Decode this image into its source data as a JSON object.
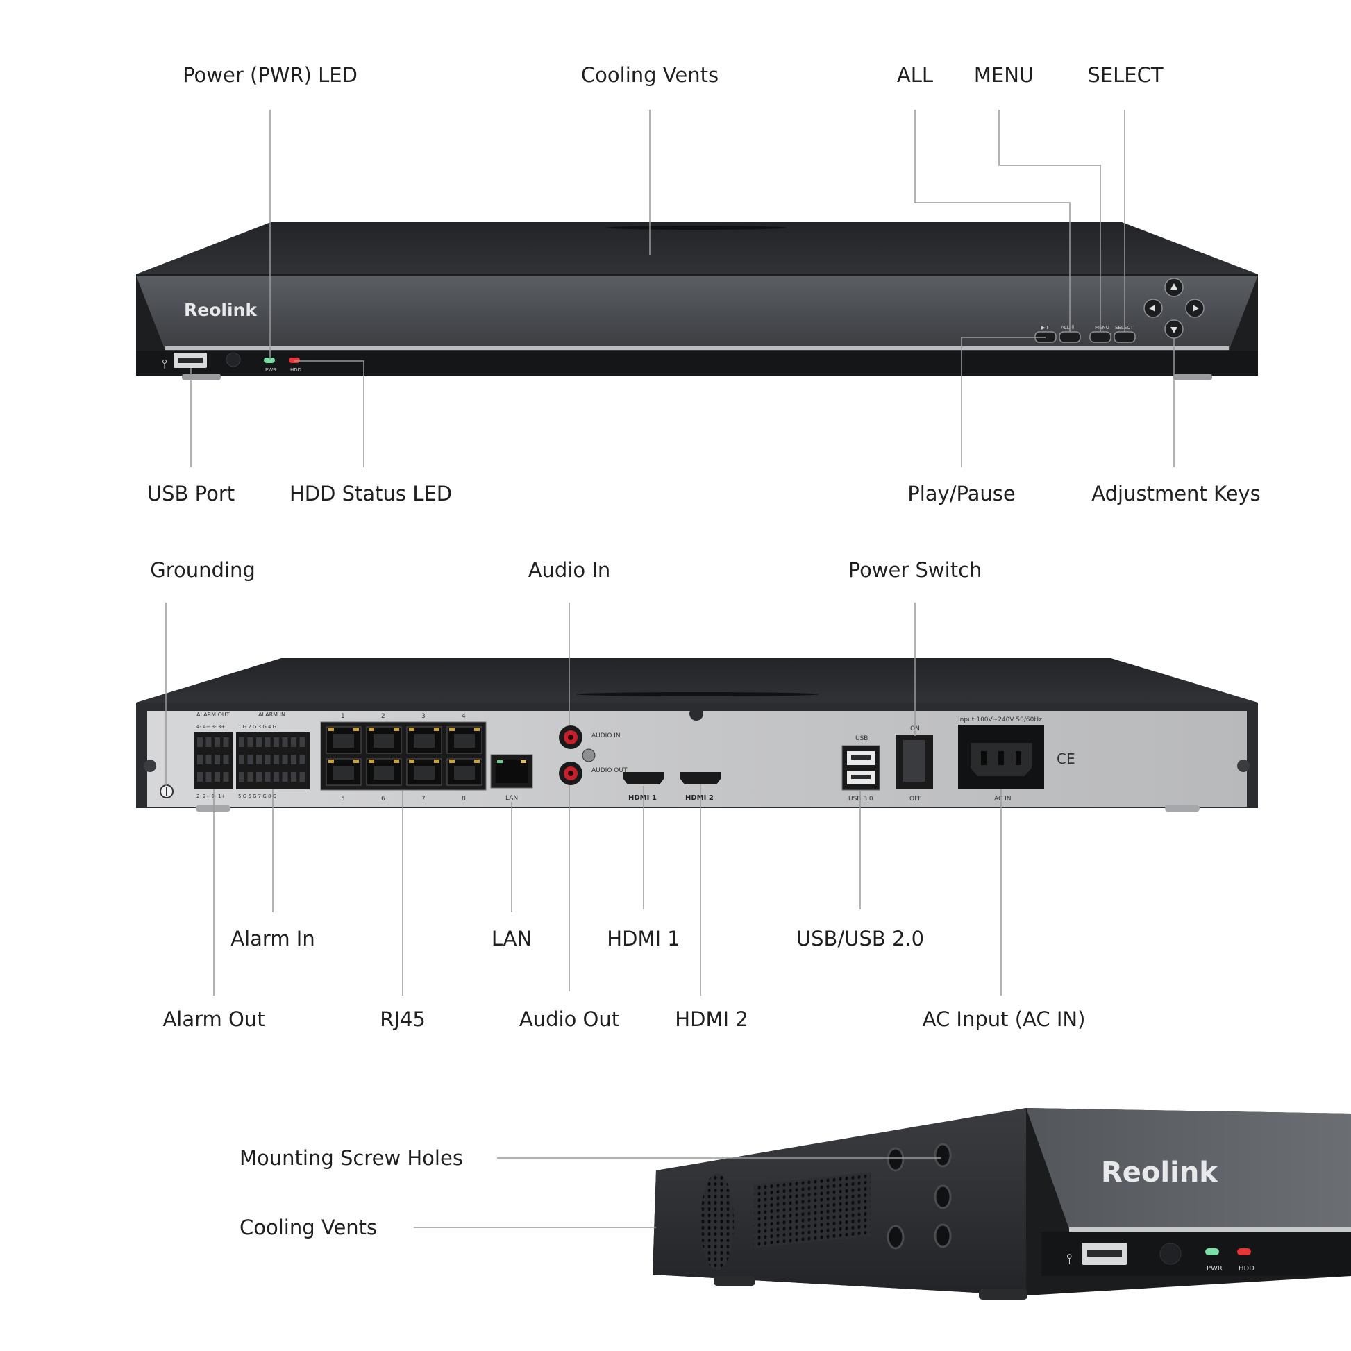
{
  "brand": "Reolink",
  "front_view": {
    "labels": {
      "power_led": "Power (PWR) LED",
      "cooling_vents": "Cooling Vents",
      "all": "ALL",
      "menu": "MENU",
      "select": "SELECT",
      "usb_port": "USB Port",
      "hdd_led": "HDD Status LED",
      "play_pause": "Play/Pause",
      "adjustment_keys": "Adjustment Keys"
    },
    "panel_text": {
      "pwr": "PWR",
      "hdd": "HDD",
      "play_pause_key": "▶II",
      "all_key": "ALL ⠿",
      "menu_key": "MENU",
      "select_key": "SELECT"
    }
  },
  "rear_view": {
    "labels": {
      "grounding": "Grounding",
      "audio_in": "Audio In",
      "power_switch": "Power Switch",
      "alarm_in": "Alarm In",
      "lan": "LAN",
      "hdmi1": "HDMI 1",
      "usb": "USB/USB 2.0",
      "alarm_out": "Alarm Out",
      "rj45": "RJ45",
      "audio_out": "Audio Out",
      "hdmi2": "HDMI 2",
      "ac_input": "AC Input (AC IN)"
    },
    "panel_text": {
      "alarm_out_hdr": "ALARM OUT",
      "alarm_out_top": "4- 4+ 3- 3+",
      "alarm_out_bot": "2- 2+ 1- 1+",
      "alarm_in_hdr": "ALARM IN",
      "alarm_in_top": "1 G 2 G 3 G 4 G",
      "alarm_in_bot": "5 G 6 G 7 G 8 G",
      "port_top": [
        "1",
        "2",
        "3",
        "4"
      ],
      "port_bottom": [
        "5",
        "6",
        "7",
        "8"
      ],
      "lan": "LAN",
      "audio_in": "AUDIO IN",
      "audio_out": "AUDIO OUT",
      "hdmi1": "HDMI 1",
      "hdmi2": "HDMI 2",
      "usb_top": "USB",
      "usb_bottom": "USB 3.0",
      "switch_on": "ON",
      "switch_off": "OFF",
      "input_rating": "Input:100V~240V  50/60Hz",
      "ac_in": "AC IN",
      "ce": "CE"
    }
  },
  "side_view": {
    "labels": {
      "mounting_screw_holes": "Mounting Screw Holes",
      "cooling_vents": "Cooling Vents"
    },
    "panel_text": {
      "pwr": "PWR",
      "hdd": "HDD"
    }
  },
  "colors": {
    "pwr_led": "#7be0a8",
    "hdd_led": "#e83434",
    "audio_jack_red": "#c8202a",
    "rj45_gold": "#c9a23c",
    "device_dark": "#2a2c2f",
    "rear_panel": "#c9cacc"
  }
}
